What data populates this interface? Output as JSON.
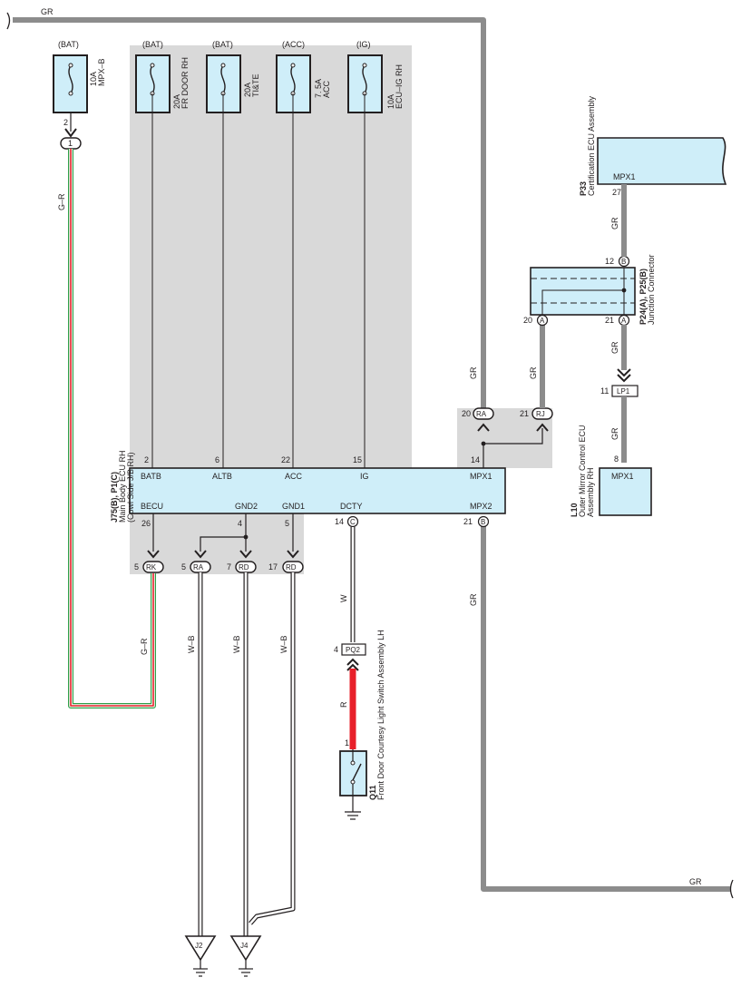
{
  "wire_colors": {
    "gr": "GR",
    "gr_top": "GR",
    "gr_bottom": "GR",
    "gr_p33": "GR",
    "gr_mid": "GR",
    "gr_l10": "GR",
    "gr_rj": "GR",
    "gr_ra": "GR",
    "gr_mpx2": "GR",
    "g_r_top": "G–R",
    "g_r_bottom": "G–R",
    "w": "W",
    "w_b_1": "W–B",
    "w_b_2": "W–B",
    "w_b_3": "W–B",
    "r": "R"
  },
  "colors": {
    "wire_gray": "#8c8c8c",
    "module_fill": "#cfeef9",
    "shade": "#d9d9d9",
    "red": "#e8202a",
    "green": "#2e9e47"
  },
  "fuses": [
    {
      "source": "(BAT)",
      "rating": "10A",
      "name": "MPX–B"
    },
    {
      "source": "(BAT)",
      "rating": "20A",
      "name": "FR DOOR RH"
    },
    {
      "source": "(BAT)",
      "rating": "20A",
      "name": "TI&TE"
    },
    {
      "source": "(ACC)",
      "rating": "7. 5A",
      "name": "ACC"
    },
    {
      "source": "(IG)",
      "rating": "10A",
      "name": "ECU–IG RH"
    }
  ],
  "main_ecu": {
    "code": "J75(B), P1(C)",
    "name": "Main Body ECU RH",
    "sub": "(Cowl Side J/B RH)",
    "top_pins": [
      {
        "num": "2",
        "label": "BATB"
      },
      {
        "num": "6",
        "label": "ALTB"
      },
      {
        "num": "22",
        "label": "ACC"
      },
      {
        "num": "15",
        "label": "IG"
      },
      {
        "num": "14",
        "label": "MPX1"
      }
    ],
    "bottom_pins": [
      {
        "num": "26",
        "label": "BECU"
      },
      {
        "num": "4",
        "label": "GND2"
      },
      {
        "num": "5",
        "label": "GND1"
      },
      {
        "num": "14",
        "label": "DCTY",
        "conn": "C"
      },
      {
        "num": "21",
        "label": "MPX2",
        "conn": "B"
      }
    ]
  },
  "connectors": {
    "fuse_pin": "2",
    "c1": "1",
    "ra_top_num": "20",
    "ra_top": "RA",
    "rj_num": "21",
    "rj": "RJ",
    "rk_num": "5",
    "rk": "RK",
    "ra_bot_num": "5",
    "ra_bot": "RA",
    "rd1_num": "7",
    "rd1": "RD",
    "rd2_num": "17",
    "rd2": "RD",
    "pq2_num": "4",
    "pq2": "PQ2",
    "lp1_num": "11",
    "lp1": "LP1"
  },
  "p33": {
    "code": "P33",
    "name": "Certification ECU Assembly",
    "pin_label": "MPX1",
    "pin_num": "27"
  },
  "junction": {
    "code": "P24(A), P25(B)",
    "name": "Junction Connector",
    "b_num": "12",
    "b": "B",
    "a1_num": "20",
    "a1": "A",
    "a2_num": "21",
    "a2": "A"
  },
  "l10": {
    "code": "L10",
    "name": "Outer Mirror Control ECU",
    "sub": "Assembly RH",
    "pin_label": "MPX1",
    "pin_num": "8"
  },
  "q11": {
    "code": "Q11",
    "name": "Front Door Courtesy Light Switch Assembly LH",
    "pin_num": "1"
  },
  "grounds": {
    "j2": "J2",
    "j4": "J4"
  }
}
